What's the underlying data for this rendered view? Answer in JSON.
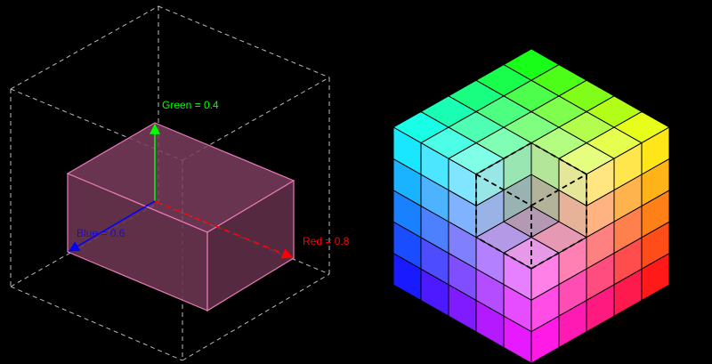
{
  "left_diagram": {
    "green_label": "Green = 0.4",
    "red_label": "Red = 0.8",
    "blue_label": "Blue = 0.6",
    "colors": {
      "green": "#00ff00",
      "red": "#ff0000",
      "blue": "#0000ff",
      "box_fill": "#6a3550",
      "box_edge": "#e87ab8",
      "dashed_frame": "#bbbbbb",
      "background": "#000000"
    },
    "rgb_point": [
      0.8,
      0.4,
      0.6
    ]
  },
  "right_diagram": {
    "grid_divisions": 5,
    "cutout_corner_index": [
      2,
      2,
      2
    ],
    "cube_outline_color": "#000000"
  }
}
